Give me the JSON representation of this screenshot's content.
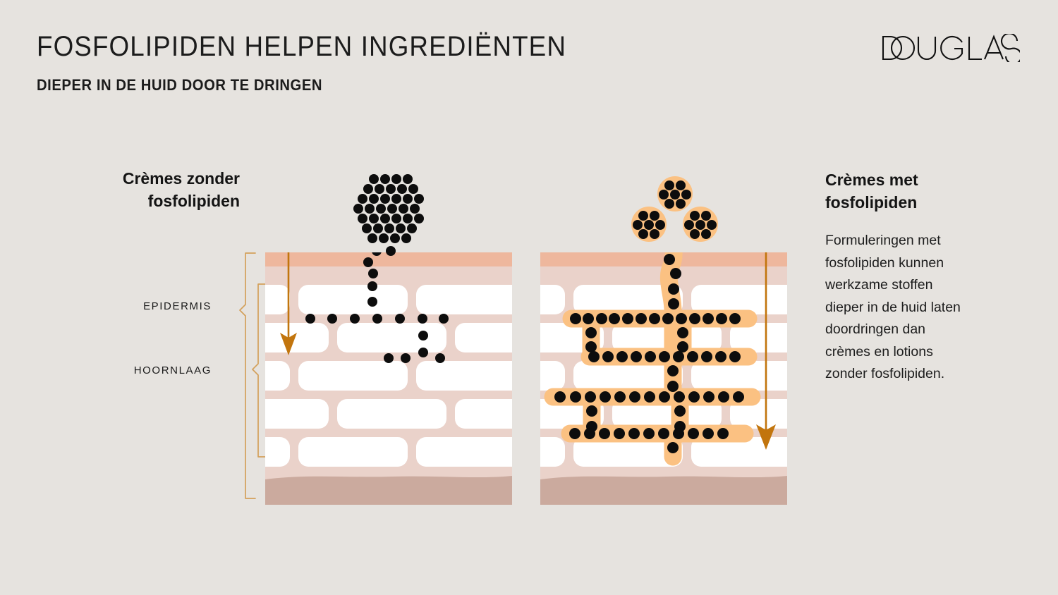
{
  "header": {
    "title_line1": "FOSFOLIPIDEN HELPEN INGREDIËNTEN",
    "title_line2": "DIEPER IN DE HUID DOOR TE DRINGEN",
    "brand": "DOUGLAS"
  },
  "left_panel": {
    "heading": "Crèmes zonder\nfosfolipiden"
  },
  "right_panel": {
    "heading": "Crèmes met\nfosfolipiden",
    "body": "Formuleringen met\nfosfolipiden kunnen\nwerkzame stoffen\ndieper in de huid laten\ndoordringen dan\ncrèmes en lotions\nzonder fosfolipiden."
  },
  "skin_labels": {
    "epidermis": "EPIDERMIS",
    "hoornlaag": "HOORNLAAG"
  },
  "colors": {
    "background": "#e6e3df",
    "skin_top_band": "#eeb79d",
    "skin_mortar": "#eed4cc",
    "skin_mortar_alt": "#ead0c8",
    "brick_fill": "#ffffff",
    "dermis": "#cbaa9e",
    "phospholipid": "#fbc182",
    "ingredient_dot": "#0d0d0d",
    "arrow": "#c2750d",
    "bracket": "#d3a05a",
    "text": "#1a1a1a"
  }
}
